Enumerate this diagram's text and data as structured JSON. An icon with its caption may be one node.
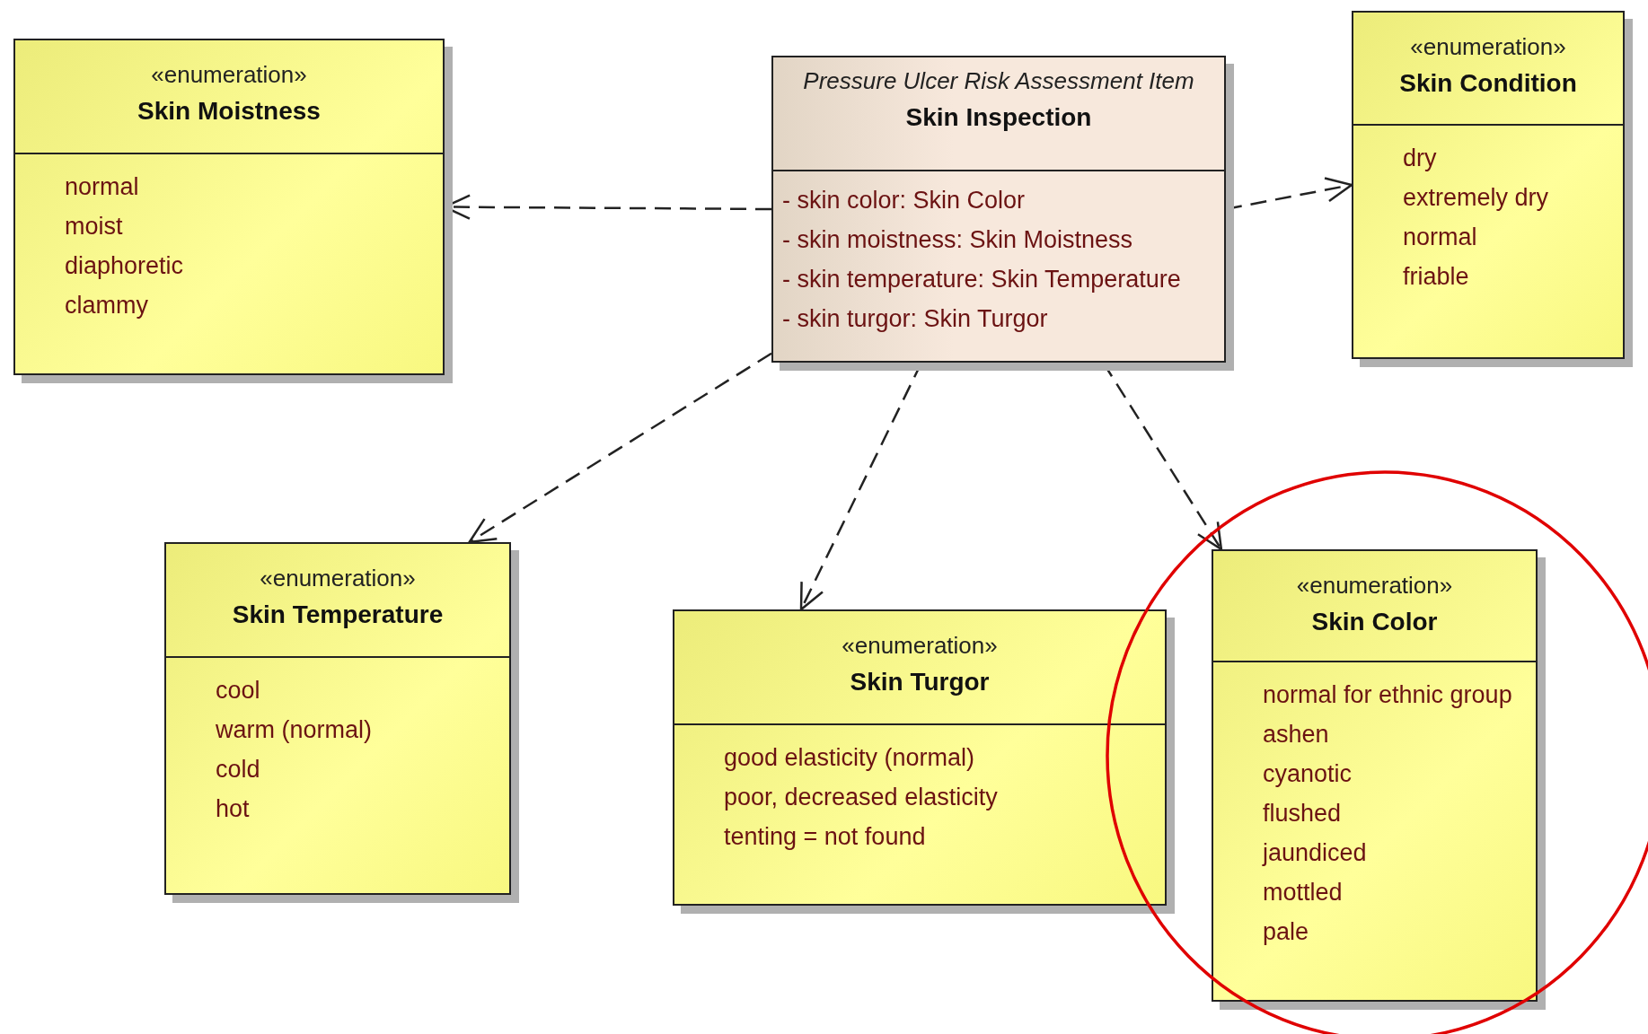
{
  "diagram": {
    "nodes": [
      {
        "text": [
          "«enumeration»",
          "Skin Moistness",
          "normal",
          "moist",
          "diaphoretic",
          "clammy"
        ]
      },
      {
        "text": [
          "Pressure Ulcer Risk Assessment Item",
          "Skin Inspection",
          "- skin color: Skin Color",
          "- skin moistness: Skin Moistness",
          "- skin temperature: Skin Temperature",
          "- skin turgor: Skin Turgor"
        ]
      },
      {
        "text": [
          "«enumeration»",
          "Skin Condition",
          "dry",
          "extremely dry",
          "normal",
          "friable"
        ]
      },
      {
        "text": [
          "«enumeration»",
          "Skin Temperature",
          "cool",
          "warm (normal)",
          "cold",
          "hot"
        ]
      },
      {
        "text": [
          "«enumeration»",
          "Skin Turgor",
          "good elasticity (normal)",
          "poor, decreased elasticity",
          "tenting = not found"
        ]
      },
      {
        "text": [
          "«enumeration»",
          "Skin Color",
          "normal for ethnic group",
          "ashen",
          "cyanotic",
          "flushed",
          "jaundiced",
          "mottled",
          "pale"
        ]
      }
    ],
    "edges": [
      {
        "from": 1,
        "to": 0,
        "arrow": "to",
        "style": "dashed"
      },
      {
        "from": 1,
        "to": 2,
        "arrow": "to",
        "style": "dashed"
      },
      {
        "from": 1,
        "to": 3,
        "arrow": "to",
        "style": "dashed"
      },
      {
        "from": 1,
        "to": 4,
        "arrow": "to",
        "style": "dashed"
      },
      {
        "from": 1,
        "to": 5,
        "arrow": "to",
        "style": "dashed"
      }
    ]
  }
}
